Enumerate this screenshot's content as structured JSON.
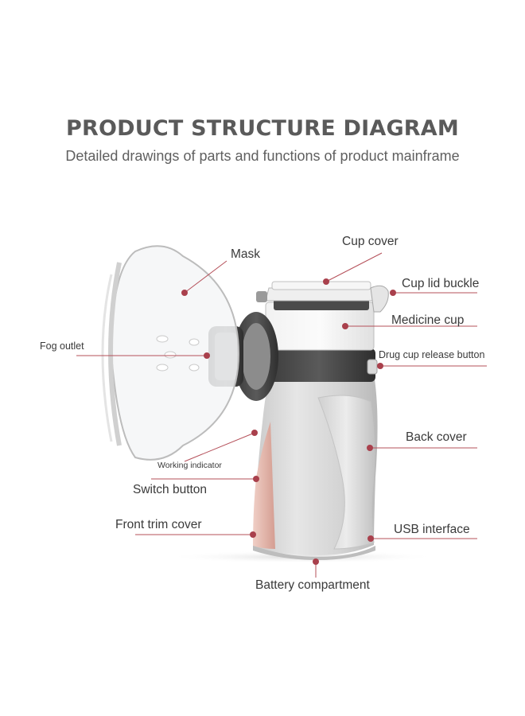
{
  "header": {
    "title": "PRODUCT STRUCTURE DIAGRAM",
    "subtitle": "Detailed drawings of parts and functions of product mainframe"
  },
  "labels": {
    "mask": "Mask",
    "cup_cover": "Cup cover",
    "cup_lid_buckle": "Cup lid buckle",
    "medicine_cup": "Medicine cup",
    "fog_outlet": "Fog outlet",
    "drug_cup_release_button": "Drug cup release button",
    "back_cover": "Back cover",
    "working_indicator": "Working indicator",
    "switch_button": "Switch button",
    "front_trim_cover": "Front trim cover",
    "usb_interface": "USB interface",
    "battery_compartment": "Battery compartment"
  },
  "colors": {
    "leader_line": "#b5505a",
    "marker_dot": "#a9404c",
    "title": "#5a5a5a",
    "body_gray": "#dcdcdc",
    "accent_pink": "#e3b4a8"
  }
}
